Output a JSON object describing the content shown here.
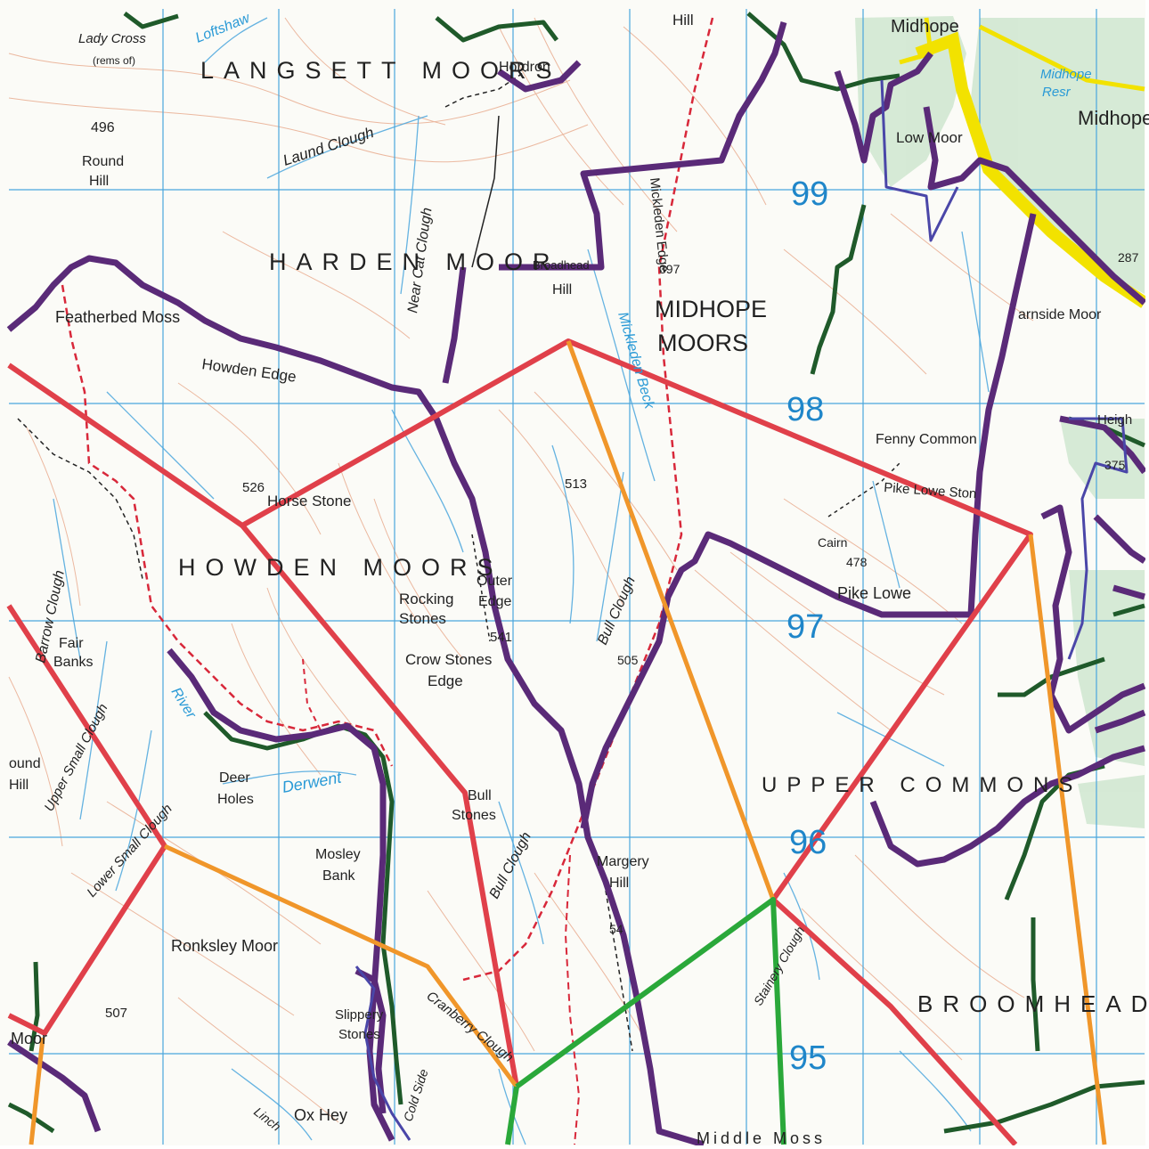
{
  "map": {
    "colors": {
      "background": "#fbfbf7",
      "grid": "#4aa6dd",
      "contour": "#e8a88a",
      "stream": "#4aa6dd",
      "boundary_purple": "#5a2a78",
      "boundary_green": "#1f5a2a",
      "route_red": "#e0404a",
      "route_orange": "#f0962a",
      "route_green": "#2aa83a",
      "road_yellow": "#f2e200",
      "woodland": "#cfe6d0",
      "path_red_dashed": "#d8283a",
      "path_black_dashed": "#222222"
    },
    "place_labels": {
      "langsett_moors": "LANGSETT MOORS",
      "harden_moor": "HARDEN MOOR",
      "midhope_moors_1": "MIDHOPE",
      "midhope_moors_2": "MOORS",
      "howden_moors": "HOWDEN MOORS",
      "upper_commons": "UPPER COMMONS",
      "broomhead_moor": "BROOMHEAD MO",
      "featherbed_moss": "Featherbed Moss",
      "howden_edge": "Howden Edge",
      "laund_clough": "Laund Clough",
      "near_cat_clough": "Near Cat Clough",
      "round_hill_1": "Round",
      "round_hill_2": "Hill",
      "lady_cross_1": "Lady Cross",
      "lady_cross_2": "(rems of)",
      "hordron": "Hordron",
      "hill_top": "Hill",
      "midhope": "Midhope",
      "low_moor": "Low Moor",
      "midhope_resr_1": "Midhope",
      "midhope_resr_2": "Resr",
      "midhopestones": "Midhopes",
      "barnside_moor": "arnside Moor",
      "fenny_common": "Fenny Common",
      "pike_lowe_stone": "Pike Lowe Ston",
      "cairn": "Cairn",
      "pike_lowe": "Pike Lowe",
      "horse_stone": "Horse Stone",
      "outer_edge_1": "Outer",
      "outer_edge_2": "Edge",
      "rocking_stones_1": "Rocking",
      "rocking_stones_2": "Stones",
      "crow_stones_edge_1": "Crow Stones",
      "crow_stones_edge_2": "Edge",
      "bull_clough_n": "Bull Clough",
      "bull_clough_s": "Bull Clough",
      "bull_stones_1": "Bull",
      "bull_stones_2": "Stones",
      "margery_hill_1": "Margery",
      "margery_hill_2": "Hill",
      "middle_moss": "Middle Moss",
      "mickleden_edge": "Mickleden Edge",
      "mickleden_beck": "Mickleden Beck",
      "broadhill_1": "Broadhead",
      "broadhill_2": "Hill",
      "fair_banks_1": "Fair",
      "fair_banks_2": "Banks",
      "barrow_clough": "Barrow Clough",
      "upper_small_clough": "Upper Small Clough",
      "lower_small_clough": "Lower Small Clough",
      "round_hill_w_1": "ound",
      "round_hill_w_2": "Hill",
      "deer_holes_1": "Deer",
      "deer_holes_2": "Holes",
      "river_derwent": "Derwent",
      "river_label": "River",
      "mosley_bank_1": "Mosley",
      "mosley_bank_2": "Bank",
      "ronksley_moor": "Ronksley Moor",
      "slippery_stones_1": "Slippery",
      "slippery_stones_2": "Stones",
      "cranberry_clough": "Cranberry Clough",
      "cold_side": "Cold Side",
      "ox_hey": "Ox Hey",
      "linch_clough": "Linch",
      "stainery_clough": "Stainery Clough",
      "moor_sw": "Moor",
      "loftshaw": "Loftshaw",
      "heights": "Heigh"
    },
    "spot_heights": {
      "h496": "496",
      "h526": "526",
      "h513": "513",
      "h541": "541",
      "h505": "505",
      "h478": "478",
      "h507": "507",
      "h397": "397",
      "h375": "375",
      "h287": "287",
      "h54": "54"
    },
    "grid_numbers": {
      "n99": "99",
      "n98": "98",
      "n97": "97",
      "n96": "96",
      "n95": "95"
    }
  }
}
